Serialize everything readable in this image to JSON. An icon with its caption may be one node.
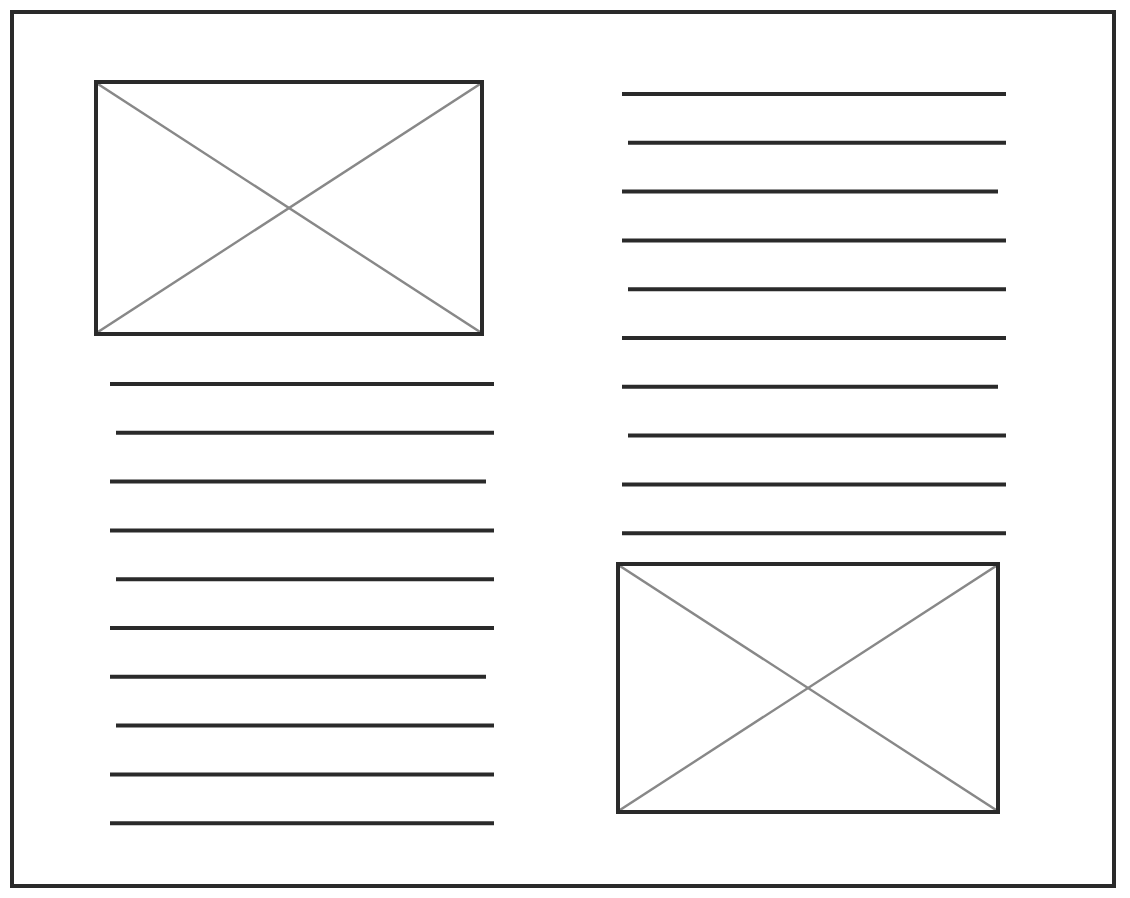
{
  "diagram": {
    "nodes": [
      {
        "text": [],
        "shape": "box"
      },
      {
        "text": [],
        "shape": "box",
        "in": 0
      },
      {
        "text": [],
        "shape": "box",
        "in": 0
      }
    ]
  }
}
